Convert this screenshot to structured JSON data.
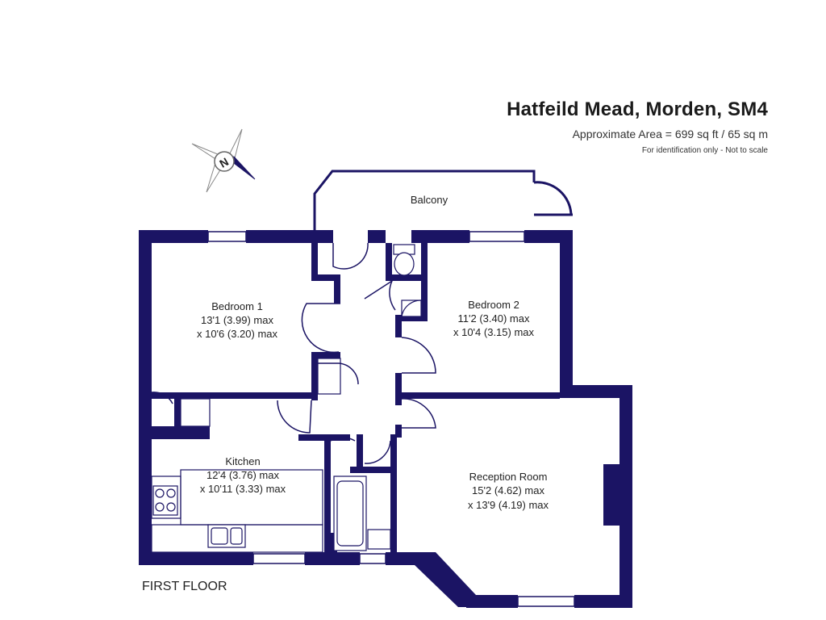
{
  "header": {
    "title": "Hatfeild Mead, Morden, SM4",
    "area": "Approximate Area = 699 sq ft / 65 sq m",
    "note": "For identification only - Not to scale"
  },
  "floor_label": "FIRST FLOOR",
  "compass_letter": "N",
  "rooms": {
    "balcony": {
      "name": "Balcony"
    },
    "bedroom1": {
      "name": "Bedroom 1",
      "dim1": "13'1 (3.99) max",
      "dim2": "x 10'6 (3.20) max"
    },
    "bedroom2": {
      "name": "Bedroom 2",
      "dim1": "11'2 (3.40) max",
      "dim2": "x 10'4 (3.15) max"
    },
    "kitchen": {
      "name": "Kitchen",
      "dim1": "12'4 (3.76) max",
      "dim2": "x 10'11 (3.33) max"
    },
    "reception": {
      "name": "Reception Room",
      "dim1": "15'2 (4.62) max",
      "dim2": "x 13'9 (4.19) max"
    }
  },
  "colors": {
    "wall": "#1b1464",
    "line": "#1b1464",
    "text": "#222222"
  }
}
